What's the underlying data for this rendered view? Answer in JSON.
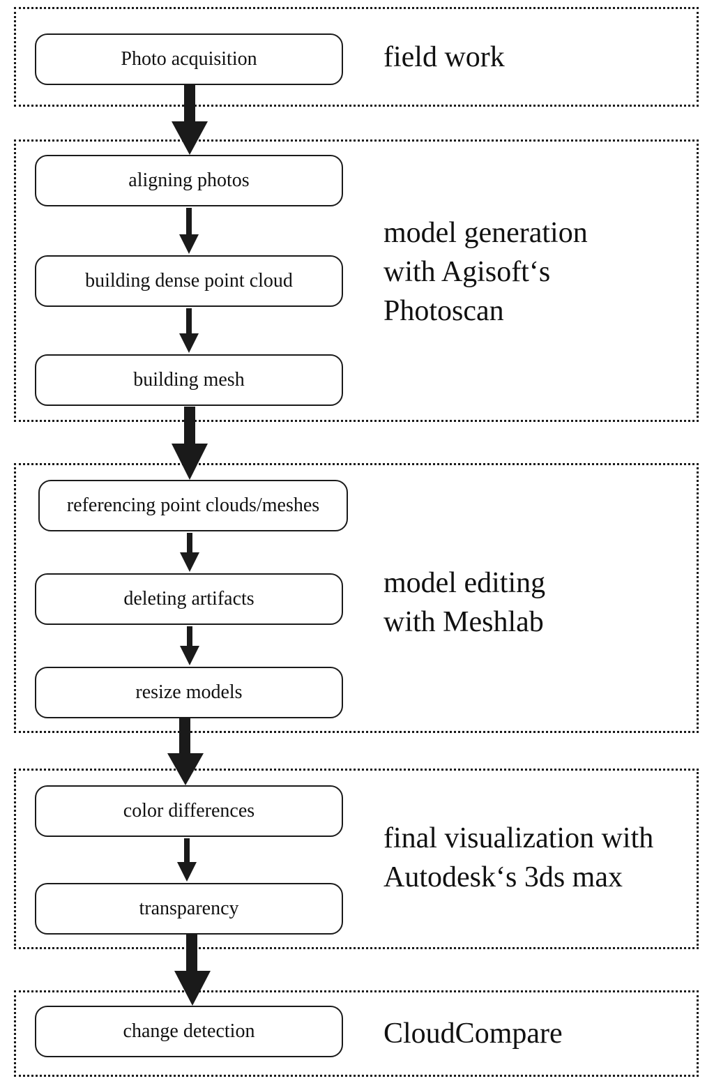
{
  "groups": [
    {
      "label_lines": [
        "field work"
      ],
      "steps": [
        "Photo acquisition"
      ]
    },
    {
      "label_lines": [
        "model generation",
        "with Agisoft‘s",
        "Photoscan"
      ],
      "steps": [
        "aligning photos",
        "building dense point cloud",
        "building mesh"
      ]
    },
    {
      "label_lines": [
        "model editing",
        "with Meshlab"
      ],
      "steps": [
        "referencing point clouds/meshes",
        "deleting artifacts",
        "resize models"
      ]
    },
    {
      "label_lines": [
        "final visualization with",
        "Autodesk‘s 3ds max"
      ],
      "steps": [
        "color differences",
        "transparency"
      ]
    },
    {
      "label_lines": [
        "CloudCompare"
      ],
      "steps": [
        "change detection"
      ]
    }
  ],
  "colors": {
    "line": "#1a1a1a",
    "background": "#ffffff"
  }
}
